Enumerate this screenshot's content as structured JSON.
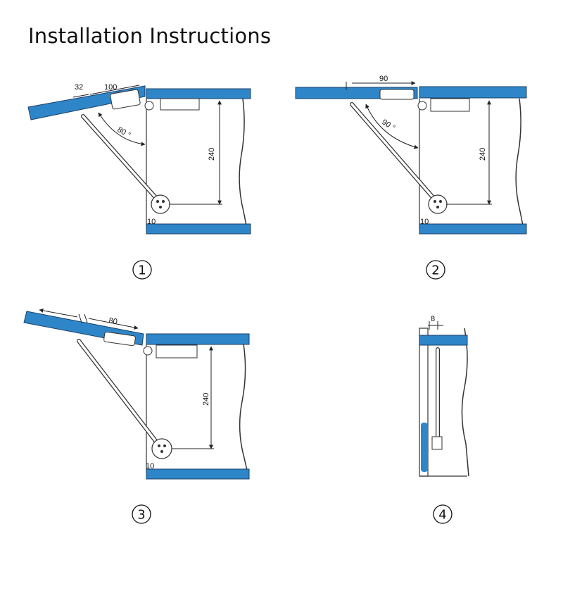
{
  "title": "Installation Instructions",
  "colors": {
    "panel": "#2e86c9",
    "outline": "#1b3f66",
    "line": "#222222"
  },
  "steps": [
    {
      "number": "1",
      "dims": {
        "offset": "32",
        "length": "100",
        "angle": "80 °",
        "height": "240",
        "gap": "10"
      }
    },
    {
      "number": "2",
      "dims": {
        "length": "90",
        "angle": "90 °",
        "height": "240",
        "gap": "10"
      }
    },
    {
      "number": "3",
      "dims": {
        "length": "80",
        "height": "240",
        "gap": "10"
      }
    },
    {
      "number": "4",
      "dims": {
        "offset": "8"
      }
    }
  ]
}
